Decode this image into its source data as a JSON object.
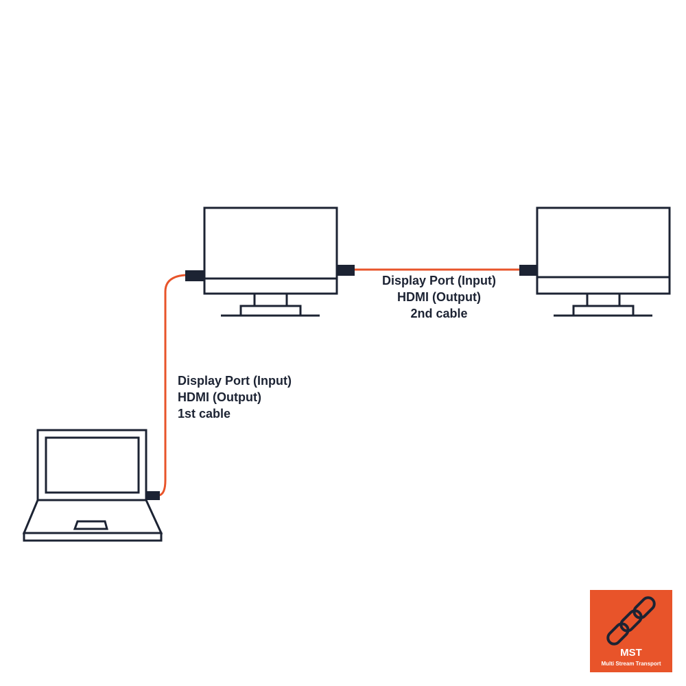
{
  "colors": {
    "outline": "#1c2333",
    "cable": "#e8542a",
    "badge_background": "#e8542a",
    "badge_text": "#ffffff",
    "background": "#ffffff"
  },
  "devices": [
    {
      "name": "laptop",
      "icon": "laptop-icon"
    },
    {
      "name": "first monitor",
      "icon": "monitor-icon"
    },
    {
      "name": "second monitor",
      "icon": "monitor-icon"
    }
  ],
  "cables": [
    {
      "lines": [
        "Display Port (Input)",
        "HDMI (Output)",
        "1st cable"
      ]
    },
    {
      "lines": [
        "Display Port (Input)",
        "HDMI (Output)",
        "2nd cable"
      ]
    }
  ],
  "badge": {
    "icon": "chain-link-icon",
    "title": "MST",
    "subtitle": "Multi Stream Transport"
  }
}
